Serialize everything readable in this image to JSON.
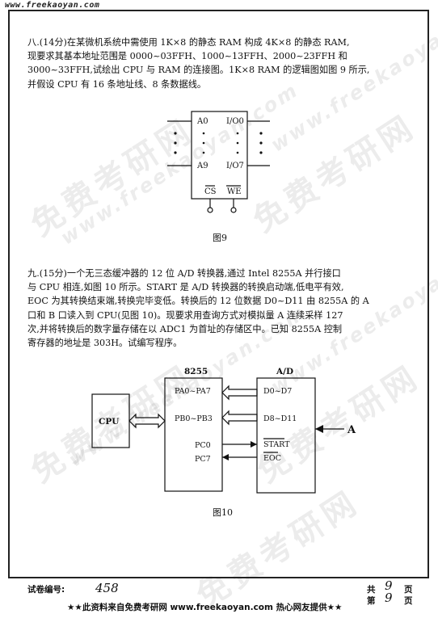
{
  "header": {
    "site_url": "www.freekaoyan.com"
  },
  "watermark": {
    "chars": "免费考研网",
    "url": "www.freekaoyan.com"
  },
  "q8": {
    "lines": [
      "八.(14分)在某微机系统中需使用 1K×8 的静态 RAM 构成 4K×8 的静态 RAM,",
      "现要求其基本地址范围是 0000~03FFH、1000~13FFH、2000~23FFH 和",
      "3000~33FFH,试绘出 CPU 与 RAM 的连接图。1K×8 RAM 的逻辑图如图 9 所示,",
      "并假设 CPU 有 16 条地址线、8 条数据线。"
    ],
    "figure": {
      "a0": "A0",
      "io0": "I/O0",
      "a9": "A9",
      "io7": "I/O7",
      "cs": "CS",
      "we": "WE",
      "caption": "图9"
    }
  },
  "q9": {
    "lines": [
      "九.(15分)一个无三态缓冲器的 12 位 A/D 转换器,通过 Intel 8255A 并行接口",
      "与 CPU 相连,如图 10 所示。START 是 A/D 转换器的转换启动端,低电平有效,",
      "EOC 为其转换结束端,转换完毕变低。转换后的 12 位数据 D0~D11 由 8255A 的 A",
      "口和 B 口读入到 CPU(见图 10)。现要求用查询方式对模拟量 A 连续采样 127",
      "次,并将转换后的数字量存储在以 ADC1 为首址的存储区中。已知 8255A 控制",
      "寄存器的地址是 303H。试编写程序。"
    ],
    "figure": {
      "chip_title": "8255",
      "ad_title": "A/D",
      "cpu": "CPU",
      "pa": "PA0~PA7",
      "pb": "PB0~PB3",
      "pc0": "PC0",
      "pc7": "PC7",
      "d0": "D0~D7",
      "d8": "D8~D11",
      "start": "START",
      "eoc": "EOC",
      "input": "A",
      "caption": "图10"
    }
  },
  "footer": {
    "paper_no_label": "试卷编号:",
    "paper_no": "458",
    "total_label": "共",
    "total_pages": "9",
    "page_unit": "页",
    "current_label": "第",
    "current_page": "9",
    "banner": "★★此资料来自免费考研网 www.freekaoyan.com 热心网友提供★★"
  }
}
